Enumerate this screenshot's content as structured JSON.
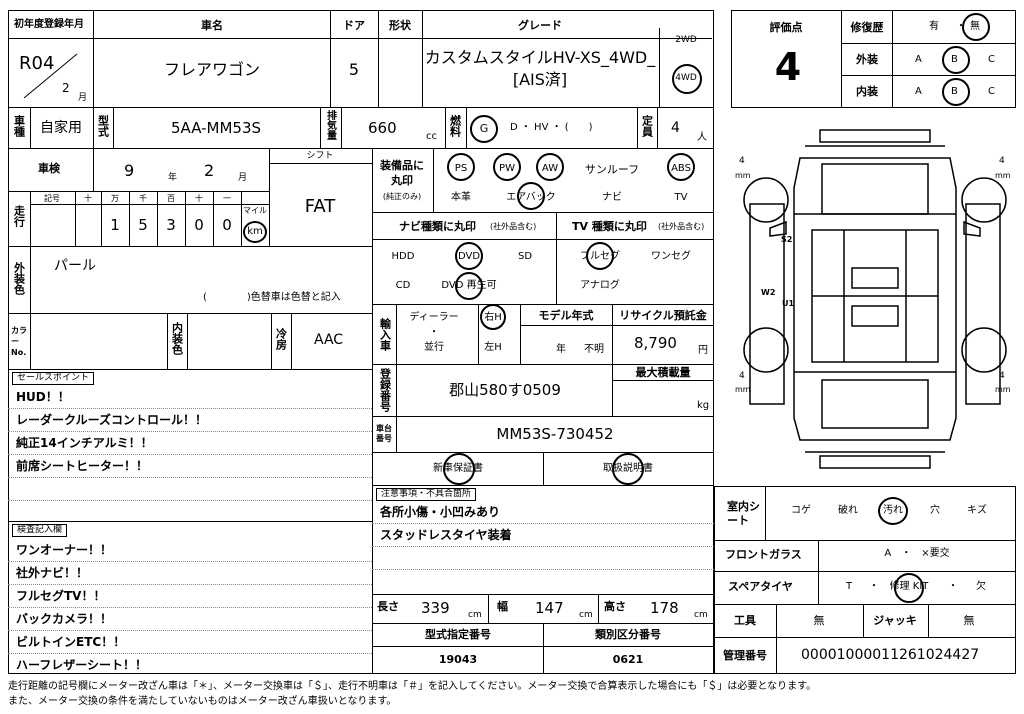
{
  "header": {
    "first_reg_label": "初年度登録年月",
    "first_reg_era": "R04",
    "first_reg_month": "2",
    "month_unit": "月",
    "car_name_label": "車名",
    "car_name": "フレアワゴン",
    "doors_label": "ドア",
    "doors": "5",
    "shape_label": "形状",
    "grade_label": "グレード",
    "grade_line1": "カスタムスタイルHV-XS_4WD_",
    "grade_line2": "[AIS済]",
    "drive_2wd": "2WD",
    "drive_4wd": "4WD"
  },
  "registration": {
    "usage_label": "車種",
    "usage": "自家用",
    "model_label": "型式",
    "model": "5AA-MM53S",
    "displacement_label": "排気量",
    "displacement": "660",
    "cc": "cc",
    "fuel_label": "燃料",
    "fuel_g": "G",
    "fuel_opts": "D ・ HV ・ (　　)",
    "capacity_label": "定員",
    "capacity": "4",
    "person_unit": "人"
  },
  "inspection": {
    "label": "車検",
    "year": "9",
    "year_unit": "年",
    "month": "2",
    "month_unit": "月",
    "shift_label": "シフト",
    "shift": "FAT"
  },
  "mileage": {
    "label": "走行",
    "col_headers": [
      "記号",
      "十",
      "万",
      "千",
      "百",
      "十",
      "一"
    ],
    "digits": [
      "",
      "1",
      "5",
      "3",
      "0",
      "0"
    ],
    "unit_mile": "マイル",
    "unit_km": "km"
  },
  "exterior": {
    "label": "外装色",
    "color": "パール",
    "repaint_note": "(　　　　)色替車は色替と記入"
  },
  "color_row": {
    "color_no_label": "カラーNo.",
    "interior_label": "内装色",
    "ac_label": "冷房",
    "ac": "AAC"
  },
  "equipment": {
    "label_line1": "装備品に",
    "label_line2": "丸印",
    "label_sub": "(純正のみ)",
    "row1": [
      "PS",
      "PW",
      "AW",
      "サンルーフ",
      "ABS"
    ],
    "row2": [
      "本革",
      "エアバック",
      "ナビ",
      "TV"
    ]
  },
  "navi": {
    "label": "ナビ種類に丸印",
    "sub": "(社外品含む)",
    "opts": [
      "HDD",
      "DVD",
      "SD",
      "CD",
      "DVD 再生可"
    ]
  },
  "tv": {
    "label": "TV 種類に丸印",
    "sub": "(社外品含む)",
    "opts": [
      "フルセグ",
      "ワンセグ",
      "アナログ"
    ]
  },
  "import": {
    "label": "輸入車",
    "dealer": "ディーラー",
    "dot": "・",
    "parallel": "並行",
    "right": "右H",
    "left": "左H"
  },
  "model_year": {
    "label": "モデル年式",
    "year_unit": "年",
    "unknown": "不明"
  },
  "recycle": {
    "label": "リサイクル預託金",
    "value": "8,790",
    "unit": "円"
  },
  "plate": {
    "label": "登録番号",
    "value": "郡山580す0509"
  },
  "max_load": {
    "label": "最大積載量",
    "unit": "kg"
  },
  "chassis": {
    "label": "車台番号",
    "value": "MM53S-730452"
  },
  "docs": {
    "warranty": "新車保証書",
    "manual": "取扱説明書"
  },
  "notes": {
    "label": "注意事項・不具合箇所",
    "lines": [
      "各所小傷・小凹みあり",
      "スタッドレスタイヤ装着"
    ]
  },
  "dimensions": {
    "length_label": "長さ",
    "length": "339",
    "width_label": "幅",
    "width": "147",
    "height_label": "高さ",
    "height": "178",
    "cm": "cm"
  },
  "type_numbers": {
    "model_designation_label": "型式指定番号",
    "model_designation": "19043",
    "category_label": "類別区分番号",
    "category": "0621"
  },
  "rating": {
    "score_label": "評価点",
    "score": "4",
    "repair_label": "修復歴",
    "repair_yes": "有",
    "repair_no": "無",
    "exterior_label": "外装",
    "interior_label": "内装",
    "grades": [
      "A",
      "B",
      "C"
    ]
  },
  "diagram": {
    "tread_values": [
      "4",
      "4",
      "4",
      "4"
    ],
    "mm": "mm",
    "marks": [
      "S2",
      "W2",
      "U1"
    ]
  },
  "interior_sheet": {
    "label": "室内シート",
    "opts": [
      "コゲ",
      "破れ",
      "汚れ",
      "穴",
      "キズ"
    ]
  },
  "windshield": {
    "label": "フロントガラス",
    "opts": "A　・　×要交"
  },
  "spare_tire": {
    "label": "スペアタイヤ",
    "opts": [
      "T",
      "修理 KIT",
      "欠"
    ]
  },
  "tools": {
    "label": "工具",
    "value": "無",
    "jack_label": "ジャッキ",
    "jack": "無"
  },
  "mgmt": {
    "label": "管理番号",
    "value": "00001000011261024427"
  },
  "sales_points": {
    "label": "セールスポイント",
    "lines": [
      "HUD！！",
      "レーダークルーズコントロール！！",
      "純正14インチアルミ！！",
      "前席シートヒーター！！"
    ]
  },
  "inspector_notes": {
    "label": "検査記入欄",
    "lines": [
      "ワンオーナー！！",
      "社外ナビ！！",
      "フルセグTV！！",
      "バックカメラ！！",
      "ビルトインETC！！",
      "ハーフレザーシート！！"
    ]
  },
  "footer": {
    "line1": "走行距離の記号欄にメーター改ざん車は「＊」、メーター交換車は「＄」、走行不明車は「＃」を記入してください。メーター交換で合算表示した場合にも「＄」は必要となります。",
    "line2": "また、メーター交換の条件を満たしていないものはメーター改ざん車扱いとなります。"
  }
}
